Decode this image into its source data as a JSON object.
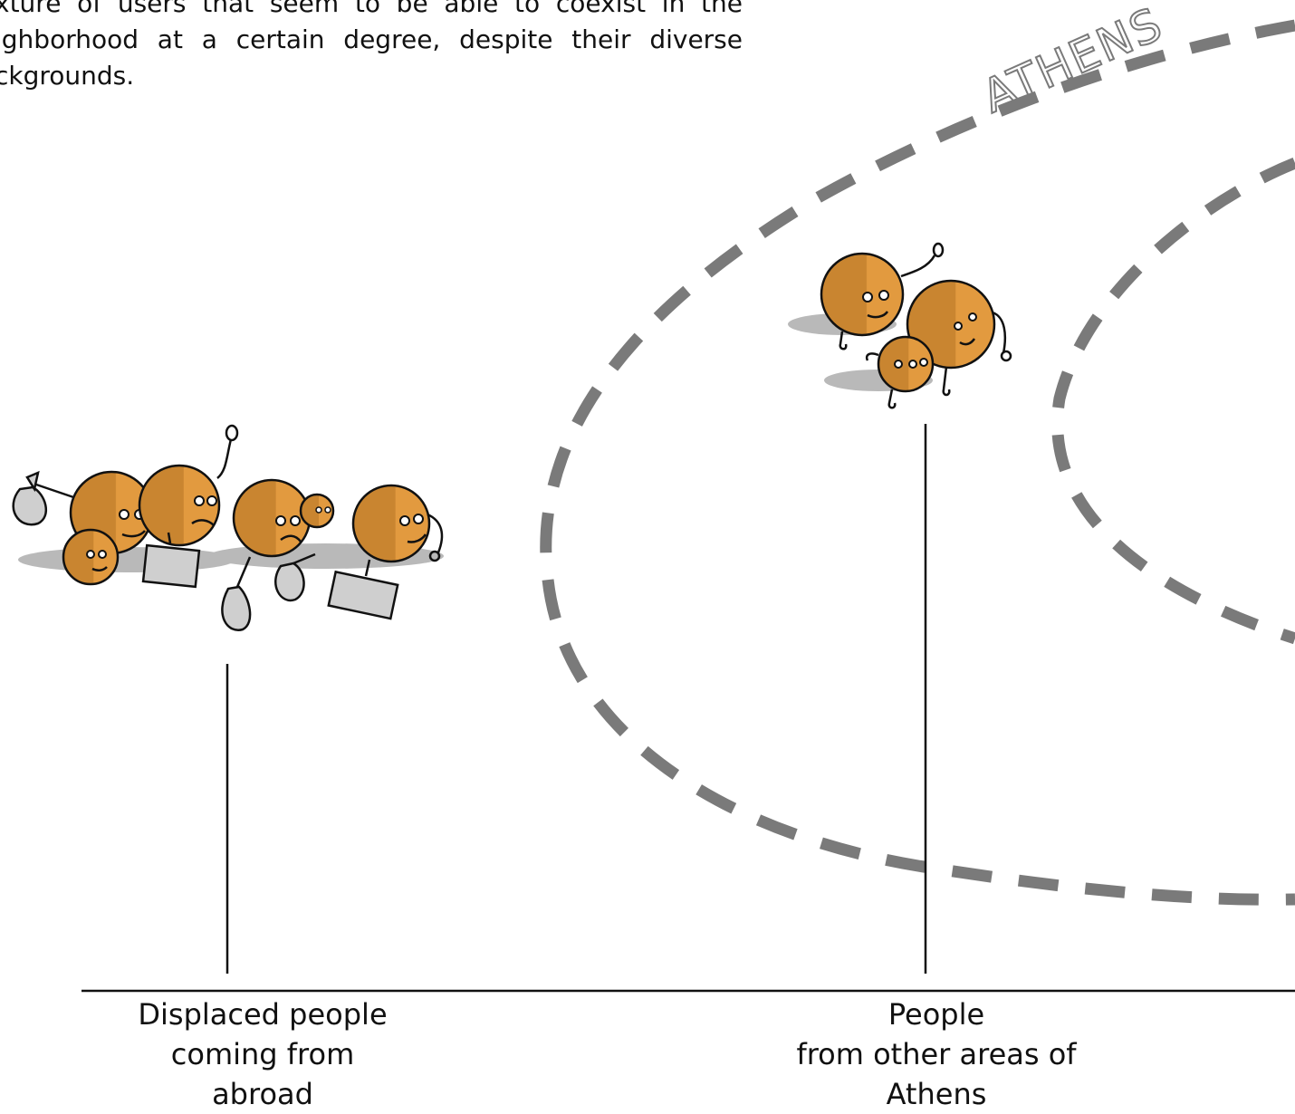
{
  "intro": {
    "text": "xture of users that seem to be able to coexist in the ighborhood at a certain degree, despite their diverse ckgrounds."
  },
  "zone_label": "ATHENS",
  "colors": {
    "boundary": "#7a7a7a",
    "figure_orange": "#e29a3f",
    "figure_shade": "#c98530",
    "luggage": "#cfcfcf",
    "shadow": "#b9b9b9",
    "ink": "#111111"
  },
  "captions": {
    "left": {
      "line1": "Displaced people",
      "line2": "coming from",
      "line3": "abroad"
    },
    "middle": {
      "line1": "People",
      "line2": "from other areas of",
      "line3": "Athens"
    }
  }
}
